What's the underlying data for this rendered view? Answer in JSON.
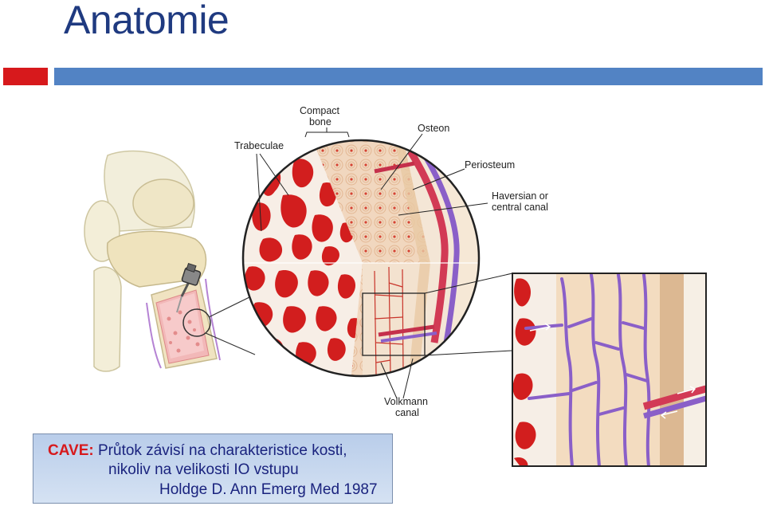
{
  "slide": {
    "title": "Anatomie"
  },
  "figure": {
    "labels": {
      "compact_bone_line1": "Compact",
      "compact_bone_line2": "bone",
      "trabeculae": "Trabeculae",
      "osteon": "Osteon",
      "periosteum": "Periosteum",
      "haversian_line1": "Haversian or",
      "haversian_line2": "central canal",
      "volkmann_line1": "Volkmann",
      "volkmann_line2": "canal"
    }
  },
  "note": {
    "keyword": "CAVE:",
    "line1_rest": " Průtok závisí na charakteristice kosti,",
    "line2": "nikoliv na velikosti IO vstupu",
    "line3": "Holdge D. Ann Emerg Med 1987"
  },
  "colors": {
    "title": "#1f3a80",
    "accent_red": "#d7191c",
    "accent_blue": "#5283c4",
    "marrow_red": "#d21e1e",
    "bone_tan": "#f0dcc0",
    "vessel_purple": "#8a5fc8"
  }
}
